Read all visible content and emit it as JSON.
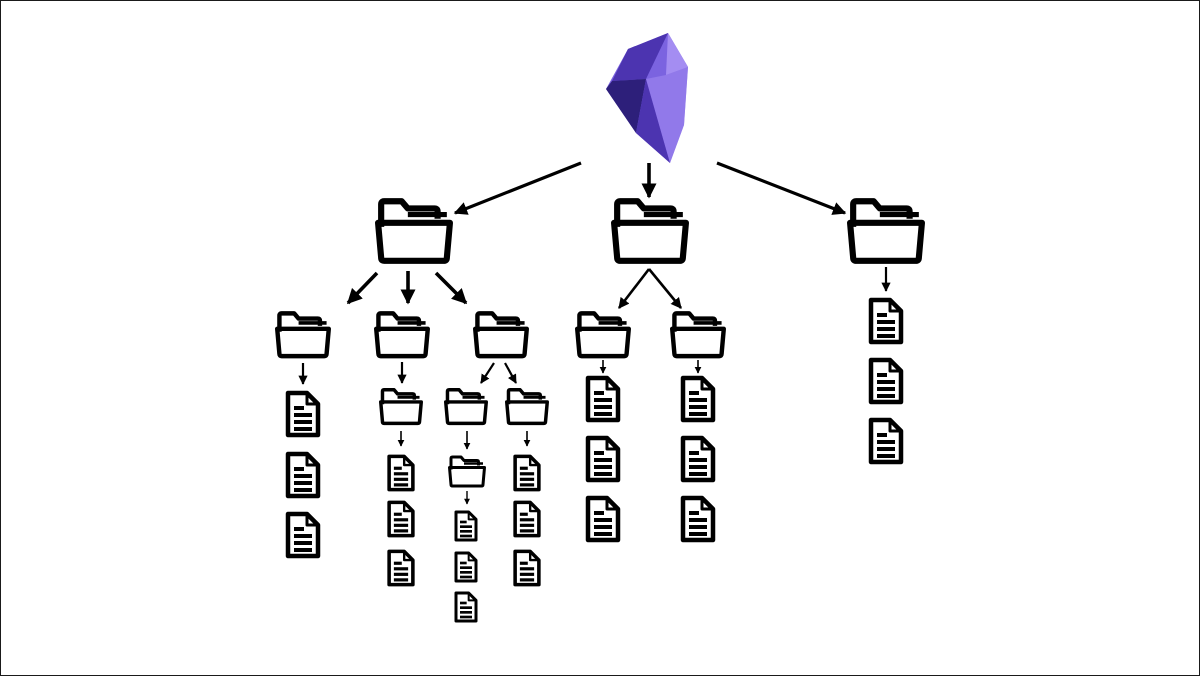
{
  "diagram": {
    "type": "folder-hierarchy",
    "root": {
      "icon": "obsidian-vault-icon"
    },
    "colors": {
      "stroke": "#000000",
      "background": "#ffffff",
      "gem_light": "#a48df2",
      "gem_mid": "#7b63e0",
      "gem_dark": "#4c34b0",
      "gem_deep": "#2d1f7a"
    },
    "nodes": [
      {
        "id": "vault",
        "kind": "vault",
        "icon": "obsidian-vault-icon"
      },
      {
        "id": "folder-a",
        "kind": "folder",
        "parent": "vault"
      },
      {
        "id": "folder-b",
        "kind": "folder",
        "parent": "vault"
      },
      {
        "id": "folder-c",
        "kind": "folder",
        "parent": "vault"
      },
      {
        "id": "folder-a1",
        "kind": "folder",
        "parent": "folder-a"
      },
      {
        "id": "folder-a2",
        "kind": "folder",
        "parent": "folder-a"
      },
      {
        "id": "folder-a3",
        "kind": "folder",
        "parent": "folder-a"
      },
      {
        "id": "folder-b1",
        "kind": "folder",
        "parent": "folder-b"
      },
      {
        "id": "folder-b2",
        "kind": "folder",
        "parent": "folder-b"
      },
      {
        "id": "folder-a2-1",
        "kind": "folder",
        "parent": "folder-a2"
      },
      {
        "id": "folder-a3-1",
        "kind": "folder",
        "parent": "folder-a3"
      },
      {
        "id": "folder-a3-2",
        "kind": "folder",
        "parent": "folder-a3"
      },
      {
        "id": "folder-a3-1-1",
        "kind": "folder",
        "parent": "folder-a3-1"
      }
    ],
    "document_counts": {
      "folder-a1": 3,
      "folder-a2-1": 3,
      "folder-a3-1-1": 3,
      "folder-a3-2": 3,
      "folder-b1": 3,
      "folder-b2": 3,
      "folder-c": 3
    }
  }
}
